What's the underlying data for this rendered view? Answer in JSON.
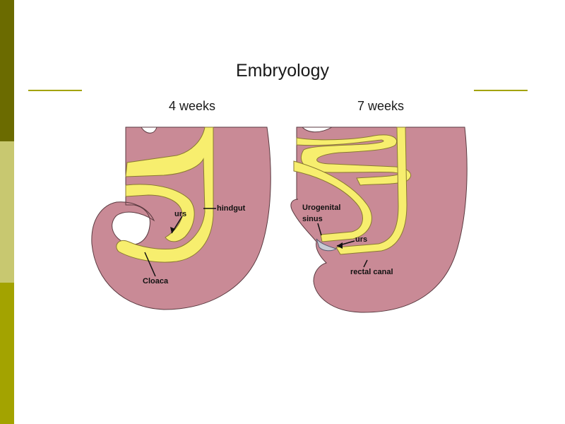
{
  "slide": {
    "title": "Embryology",
    "colors": {
      "sidebar_dark": "#6b6b00",
      "sidebar_light": "#c8c870",
      "sidebar_mid": "#a3a300",
      "rule": "#a3a300",
      "tissue": "#c98a96",
      "lumen": "#f7ee6e",
      "outline": "#5a3a40"
    }
  },
  "diagram_left": {
    "heading": "4 weeks",
    "labels": {
      "hindgut": "hindgut",
      "urs": "urs",
      "cloaca": "Cloaca"
    }
  },
  "diagram_right": {
    "heading": "7 weeks",
    "labels": {
      "urogenital_line1": "Urogenital",
      "urogenital_line2": "sinus",
      "urs": "urs",
      "rectal_canal": "rectal canal"
    }
  }
}
